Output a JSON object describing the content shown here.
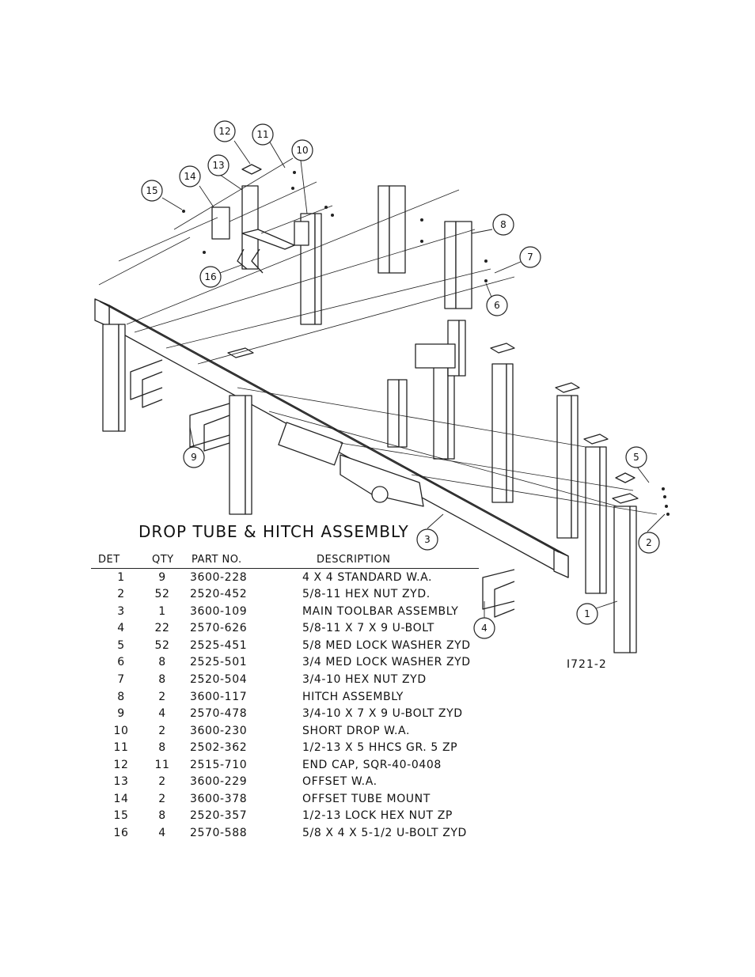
{
  "title": "DROP TUBE & HITCH ASSEMBLY",
  "drawing_id": "I721-2",
  "table": {
    "headers": {
      "det": "DET",
      "qty": "QTY",
      "part": "PART NO.",
      "desc": "DESCRIPTION"
    },
    "rows": [
      {
        "det": "1",
        "qty": "9",
        "part": "3600-228",
        "desc": "4 X 4 STANDARD W.A."
      },
      {
        "det": "2",
        "qty": "52",
        "part": "2520-452",
        "desc": "5/8-11 HEX NUT ZYD."
      },
      {
        "det": "3",
        "qty": "1",
        "part": "3600-109",
        "desc": "MAIN TOOLBAR ASSEMBLY"
      },
      {
        "det": "4",
        "qty": "22",
        "part": "2570-626",
        "desc": "5/8-11 X 7 X 9 U-BOLT"
      },
      {
        "det": "5",
        "qty": "52",
        "part": "2525-451",
        "desc": "5/8 MED LOCK WASHER ZYD"
      },
      {
        "det": "6",
        "qty": "8",
        "part": "2525-501",
        "desc": "3/4 MED LOCK WASHER ZYD"
      },
      {
        "det": "7",
        "qty": "8",
        "part": "2520-504",
        "desc": "3/4-10 HEX NUT ZYD"
      },
      {
        "det": "8",
        "qty": "2",
        "part": "3600-117",
        "desc": "HITCH ASSEMBLY"
      },
      {
        "det": "9",
        "qty": "4",
        "part": "2570-478",
        "desc": "3/4-10 X 7 X 9 U-BOLT ZYD"
      },
      {
        "det": "10",
        "qty": "2",
        "part": "3600-230",
        "desc": "SHORT DROP W.A."
      },
      {
        "det": "11",
        "qty": "8",
        "part": "2502-362",
        "desc": "1/2-13 X 5 HHCS GR. 5 ZP"
      },
      {
        "det": "12",
        "qty": "11",
        "part": "2515-710",
        "desc": "END CAP, SQR-40-0408"
      },
      {
        "det": "13",
        "qty": "2",
        "part": "3600-229",
        "desc": "OFFSET W.A."
      },
      {
        "det": "14",
        "qty": "2",
        "part": "3600-378",
        "desc": "OFFSET TUBE MOUNT"
      },
      {
        "det": "15",
        "qty": "8",
        "part": "2520-357",
        "desc": "1/2-13 LOCK HEX NUT ZP"
      },
      {
        "det": "16",
        "qty": "4",
        "part": "2570-588",
        "desc": "5/8 X 4 X 5-1/2 U-BOLT ZYD"
      }
    ]
  },
  "callouts": [
    "1",
    "2",
    "3",
    "4",
    "5",
    "6",
    "7",
    "8",
    "9",
    "10",
    "11",
    "12",
    "13",
    "14",
    "15",
    "16"
  ]
}
